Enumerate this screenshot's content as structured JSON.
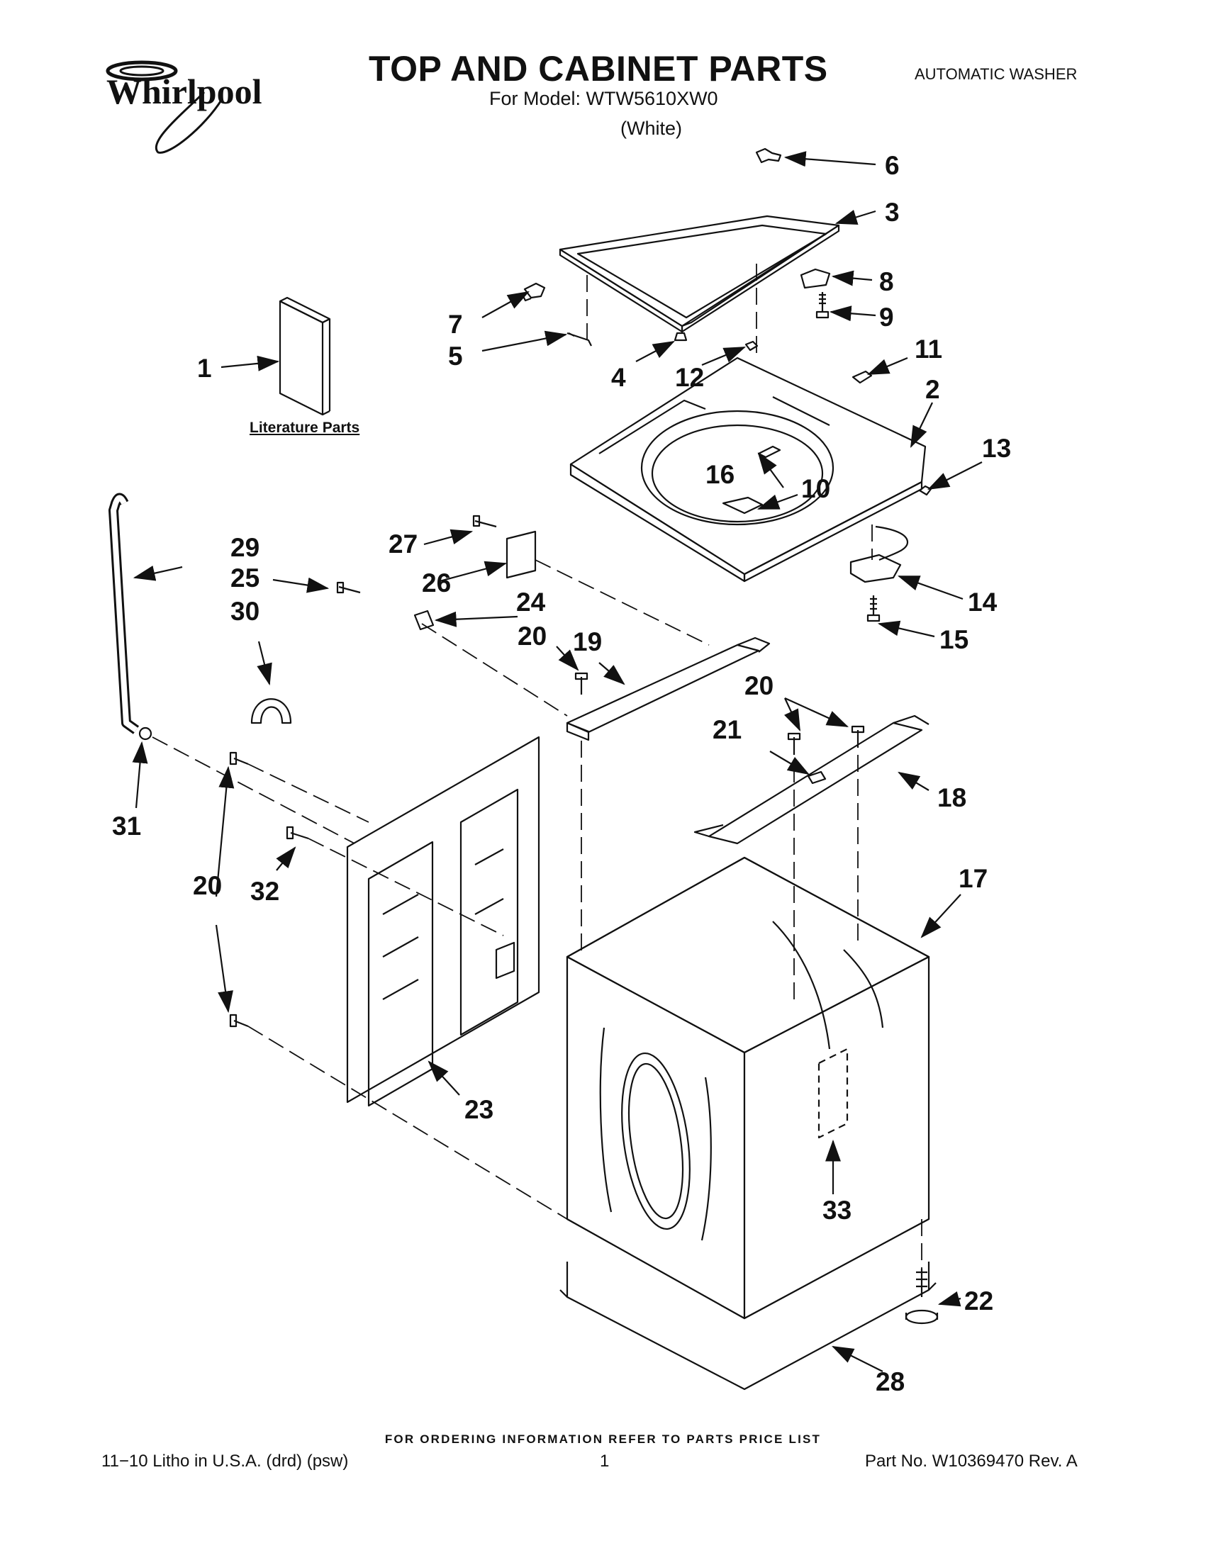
{
  "header": {
    "brand": "Whirlpool",
    "title": "TOP AND CABINET PARTS",
    "model_line": "For Model: WTW5610XW0",
    "color_line": "(White)",
    "product": "AUTOMATIC WASHER"
  },
  "literature_label": "Literature Parts",
  "callouts": [
    "6",
    "3",
    "8",
    "9",
    "7",
    "5",
    "4",
    "12",
    "11",
    "2",
    "1",
    "13",
    "16",
    "10",
    "14",
    "15",
    "27",
    "29",
    "26",
    "25",
    "24",
    "30",
    "20",
    "19",
    "20",
    "21",
    "18",
    "31",
    "20",
    "32",
    "17",
    "20",
    "23",
    "33",
    "22",
    "28"
  ],
  "footer": {
    "order_note": "FOR ORDERING INFORMATION REFER TO PARTS PRICE LIST",
    "left": "11−10 Litho in U.S.A. (drd) (psw)",
    "page": "1",
    "right": "Part No. W10369470 Rev. A"
  }
}
